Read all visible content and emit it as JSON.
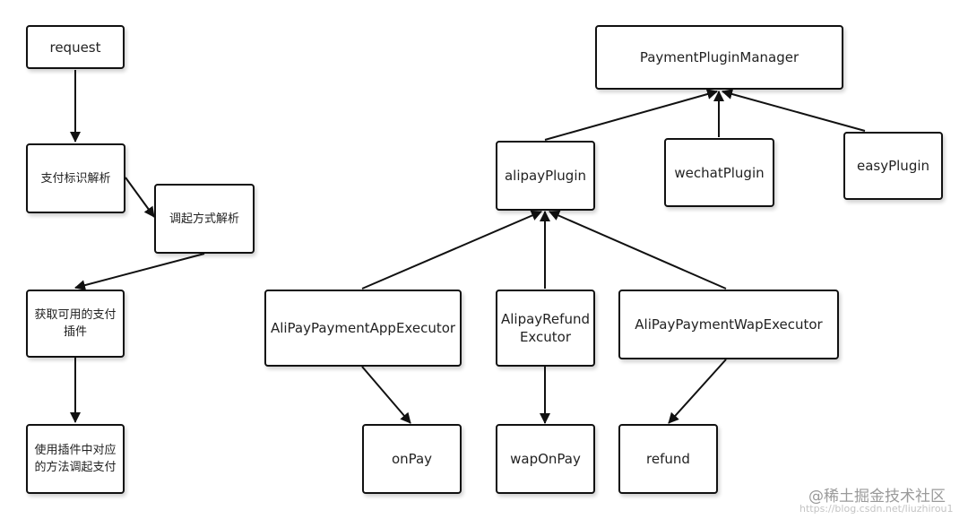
{
  "nodes": {
    "request": "request",
    "parse_payment_id": "支付标识解析",
    "parse_invoke_method": "调起方式解析",
    "get_available_plugin": "获取可用的支付插件",
    "invoke_plugin_method": "使用插件中对应的方法调起支付",
    "payment_plugin_manager": "PaymentPluginManager",
    "alipay_plugin": "alipayPlugin",
    "wechat_plugin": "wechatPlugin",
    "easy_plugin": "easyPlugin",
    "alipay_app_executor": "AliPayPaymentAppExecutor",
    "alipay_refund_executor": "AlipayRefundExcutor",
    "alipay_wap_executor": "AliPayPaymentWapExecutor",
    "on_pay": "onPay",
    "wap_on_pay": "wapOnPay",
    "refund": "refund"
  },
  "watermark": {
    "logo": "@稀土掘金技术社区",
    "url": "https://blog.csdn.net/liuzhirou1"
  },
  "colors": {
    "stroke": "#111111",
    "text": "#222222"
  }
}
